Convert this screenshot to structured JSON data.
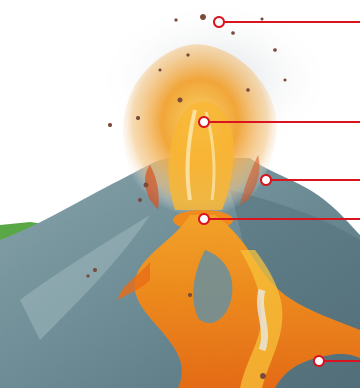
{
  "figure": {
    "subject": "volcano-eruption-cross-section",
    "colors": {
      "background": "#ffffff",
      "cone_blue_gray": "#6f8f98",
      "cone_shadow": "#4f6d77",
      "cone_highlight": "#a9c0c6",
      "grass_green": "#5aa845",
      "lava_orange": "#f08a1c",
      "lava_yellow": "#f7c23a",
      "lava_red": "#d9521e",
      "ash_gray": "#b9c2c7",
      "rock_brown": "#7a4a3a",
      "callout_red": "#d9141e"
    },
    "callouts": [
      {
        "id": "ash-and-rocks"
      },
      {
        "id": "eruption-plume"
      },
      {
        "id": "cone-slope"
      },
      {
        "id": "vent"
      },
      {
        "id": "lava-flow"
      }
    ]
  }
}
